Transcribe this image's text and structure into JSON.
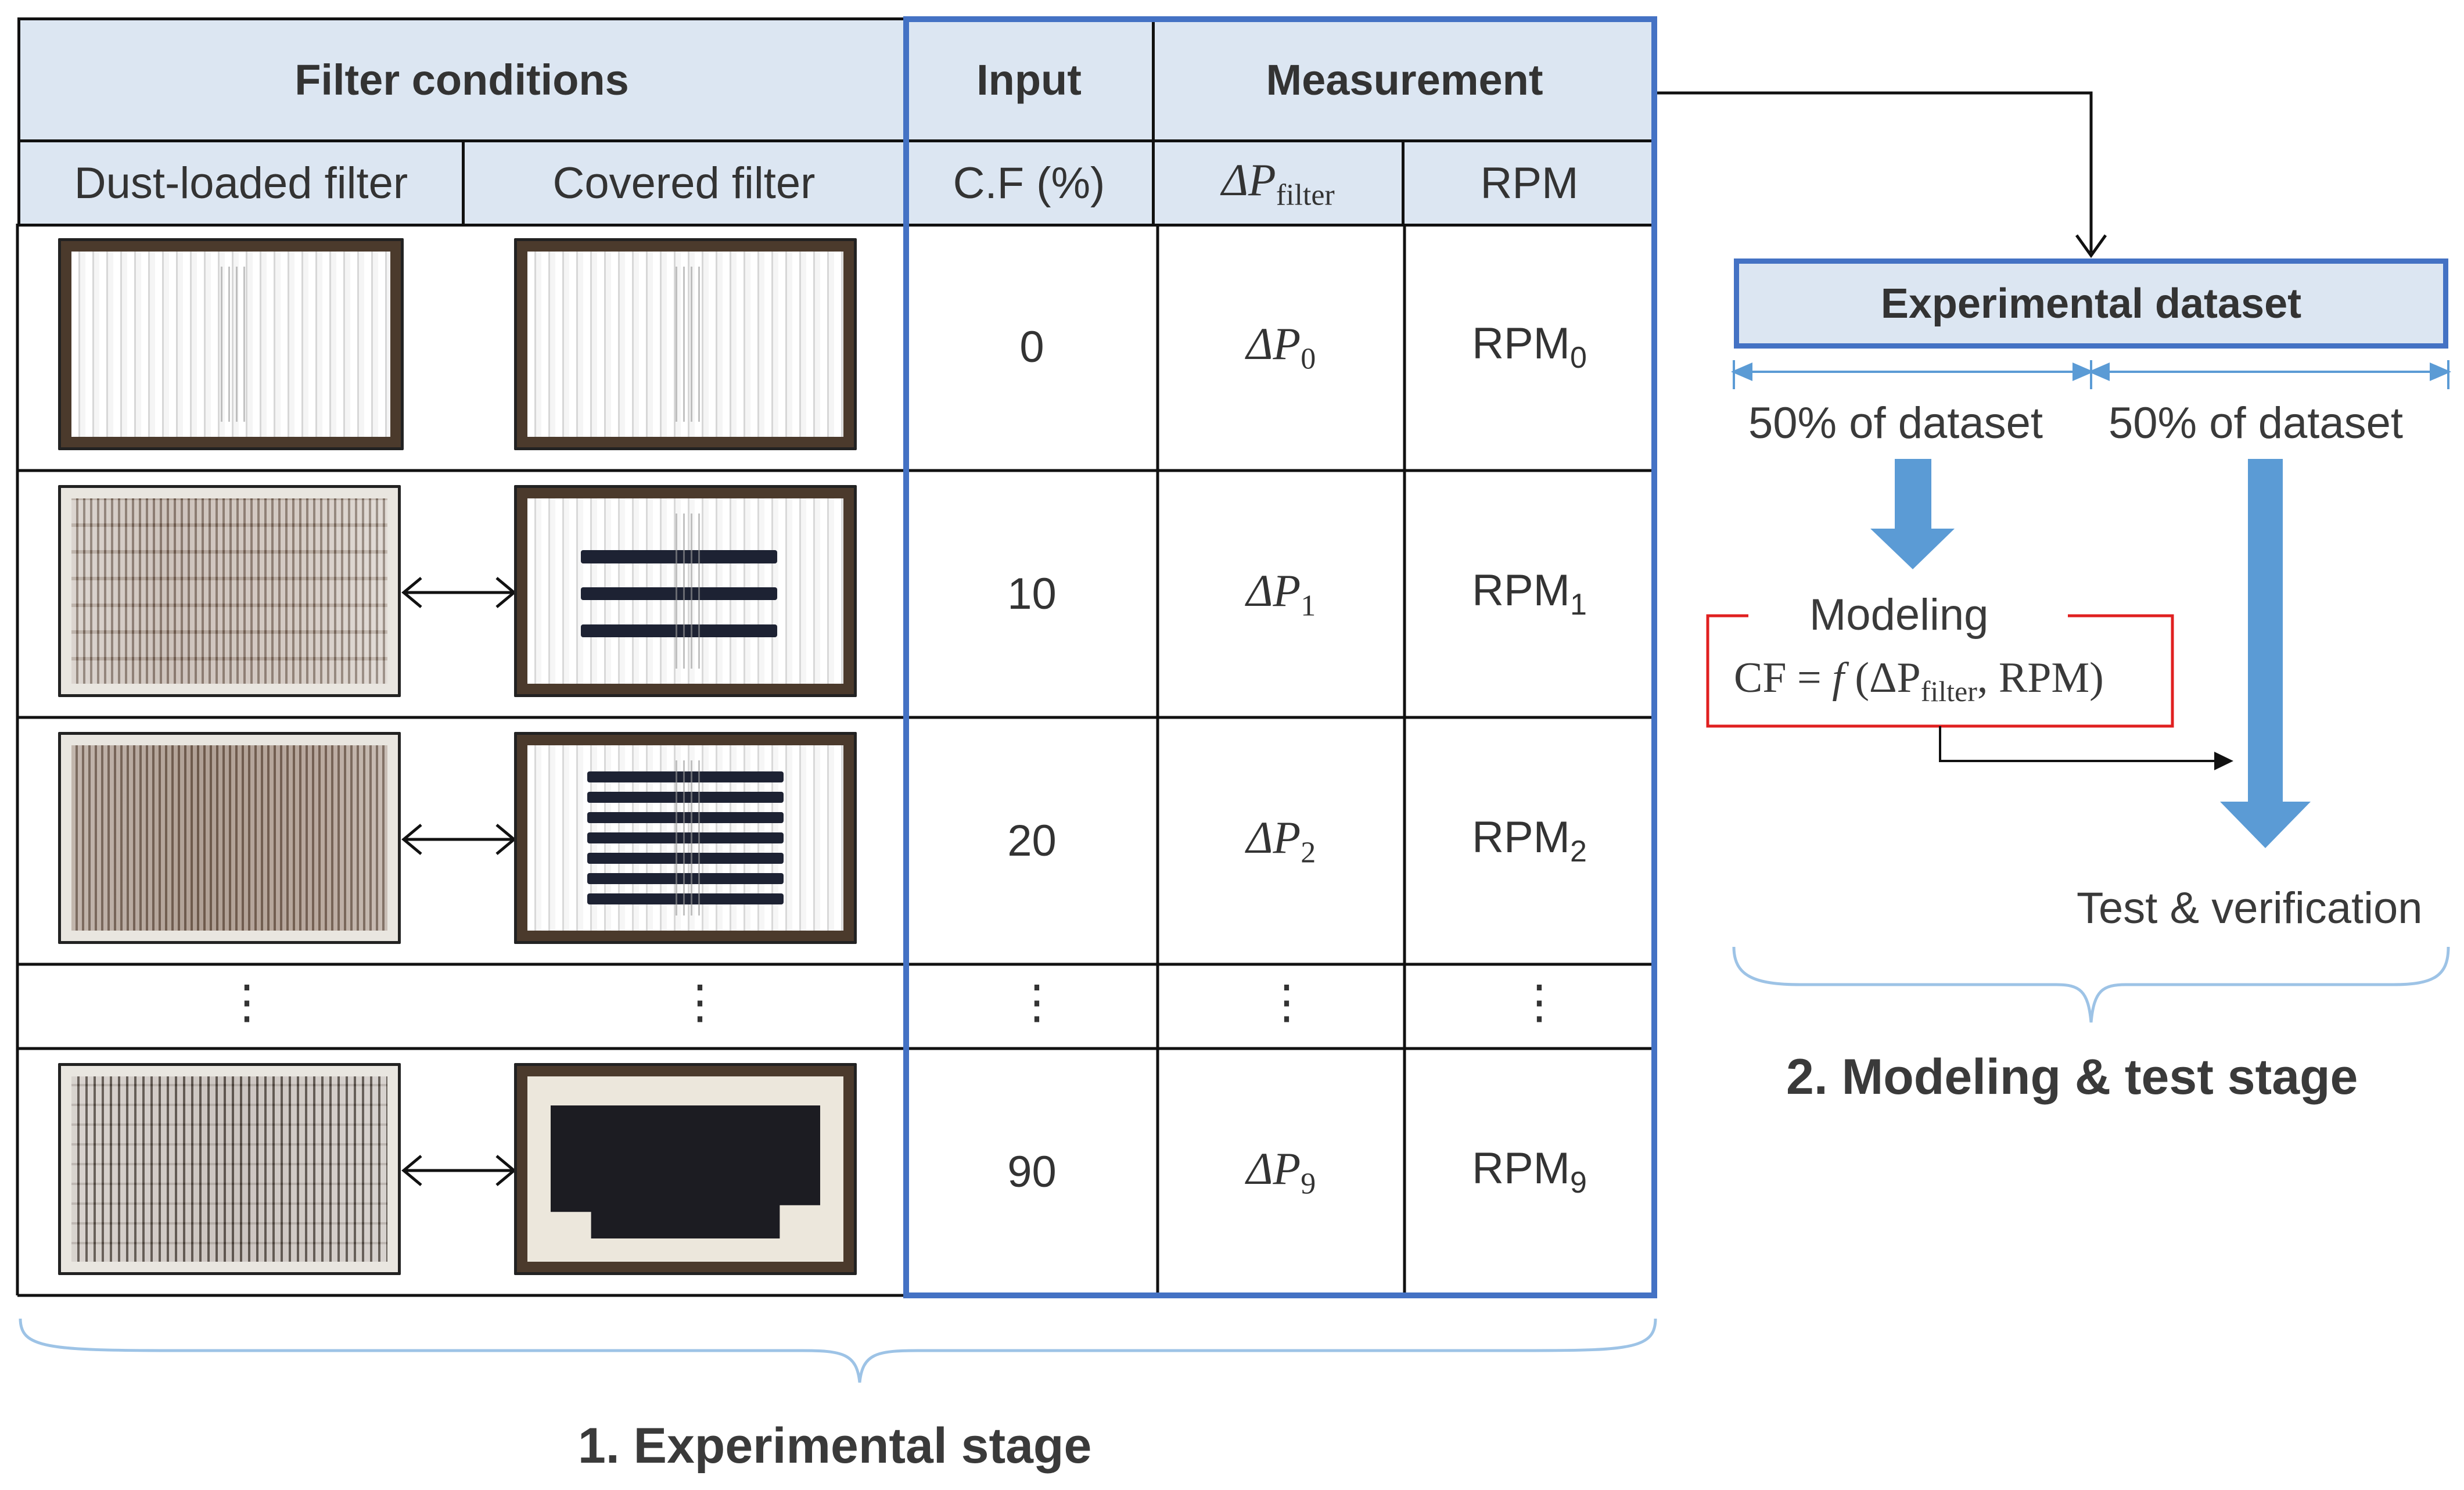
{
  "table": {
    "group_headers": {
      "filter_conditions": "Filter conditions",
      "input": "Input",
      "measurement": "Measurement"
    },
    "sub_headers": {
      "dust_loaded": "Dust-loaded filter",
      "covered": "Covered filter",
      "cf": "C.F (%)",
      "dp_base": "ΔP",
      "dp_sub": "filter",
      "rpm": "RPM"
    },
    "rows": [
      {
        "cf": "0",
        "dp_sub": "0",
        "rpm_sub": "0"
      },
      {
        "cf": "10",
        "dp_sub": "1",
        "rpm_sub": "1"
      },
      {
        "cf": "20",
        "dp_sub": "2",
        "rpm_sub": "2"
      },
      {
        "cf": "90",
        "dp_sub": "9",
        "rpm_sub": "9"
      }
    ],
    "ellipsis": "⋮",
    "dp_symbol": "ΔP",
    "rpm_symbol": "RPM"
  },
  "flow": {
    "dataset_title": "Experimental dataset",
    "split_left": "50% of dataset",
    "split_right": "50% of dataset",
    "modeling_label": "Modeling",
    "formula_prefix": "CF = ",
    "formula_f": "f",
    "formula_open": "(ΔP",
    "formula_sub": "filter",
    "formula_close": ", RPM)",
    "test_label": "Test & verification"
  },
  "stages": {
    "stage1": "1. Experimental stage",
    "stage2": "2. Modeling & test stage"
  },
  "colors": {
    "header_fill": "#dce6f2",
    "blue_outline": "#4472c4",
    "arrow_blue": "#5b9bd5",
    "brace": "#9dc3e6",
    "model_box": "#e02020"
  }
}
